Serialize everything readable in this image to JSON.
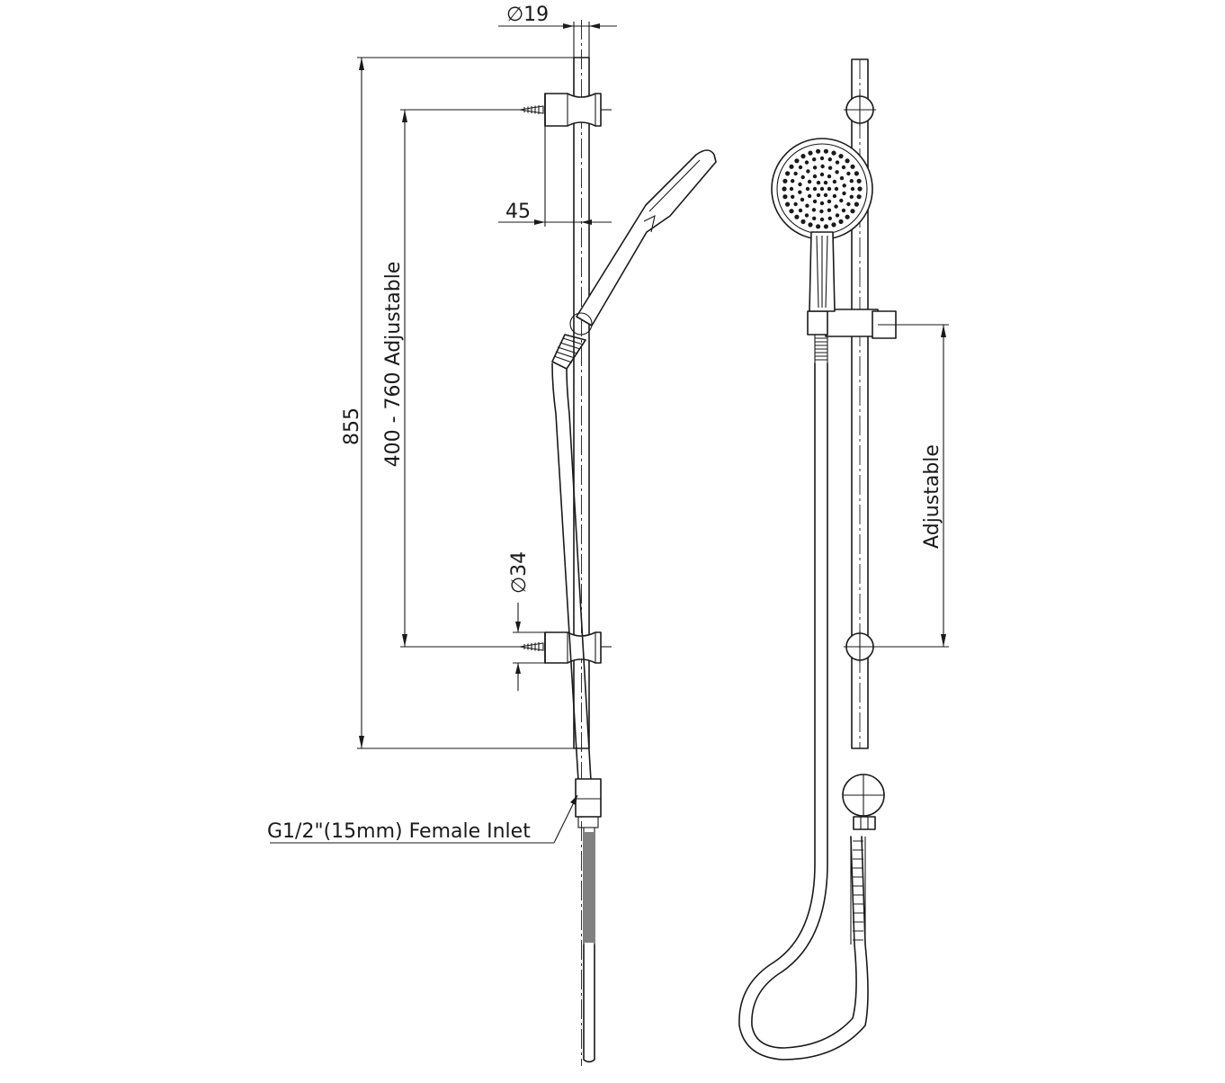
{
  "dimensions": {
    "rail_diameter": "19",
    "bracket_offset": "45",
    "overall_height": "855",
    "bracket_spacing": "400 - 760 Adjustable",
    "bracket_diameter": "34",
    "side_adjustable": "Adjustable"
  },
  "symbols": {
    "diameter": "∅"
  },
  "callouts": {
    "inlet": "G1/2\"(15mm) Female Inlet"
  },
  "colors": {
    "line": "#1a1a1a",
    "background": "#ffffff"
  }
}
